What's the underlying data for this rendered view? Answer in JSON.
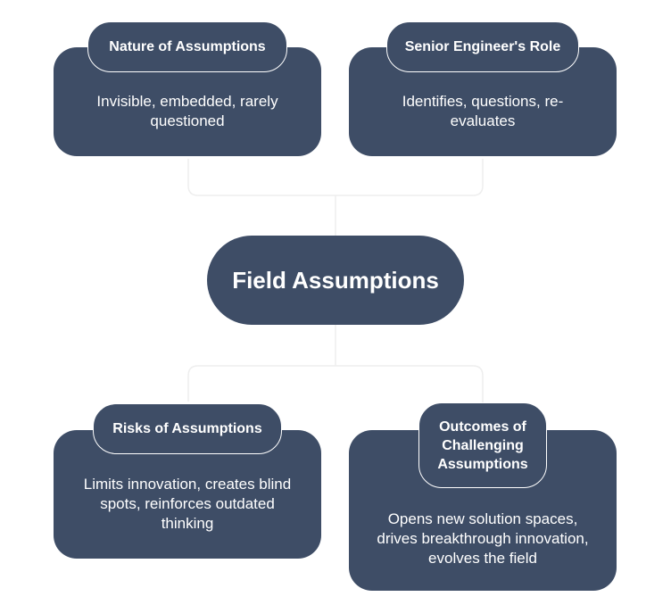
{
  "center": {
    "title": "Field Assumptions"
  },
  "nodes": [
    {
      "header": "Nature of Assumptions",
      "body": "Invisible, embedded, rarely questioned"
    },
    {
      "header": "Senior Engineer's Role",
      "body": "Identifies, questions, re-evaluates"
    },
    {
      "header": "Risks of Assumptions",
      "body": "Limits innovation, creates blind spots, reinforces outdated thinking"
    },
    {
      "header": "Outcomes of Challenging Assumptions",
      "body": "Opens new solution spaces, drives breakthrough innovation, evolves the field"
    }
  ],
  "colors": {
    "node_fill": "#3e4d66",
    "text": "#ffffff",
    "connector": "#eeeeee"
  }
}
